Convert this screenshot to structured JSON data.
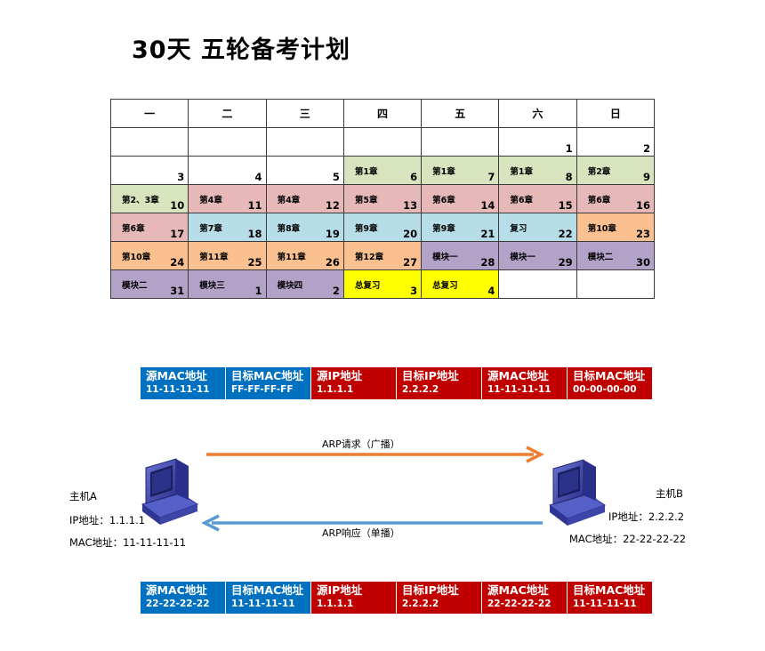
{
  "title": "30天 五轮备考计划",
  "calendar": {
    "weekdays": [
      "一",
      "二",
      "三",
      "四",
      "五",
      "六",
      "日"
    ],
    "weeks": [
      [
        {
          "day": "",
          "label": "",
          "color": "#ffffff"
        },
        {
          "day": "",
          "label": "",
          "color": "#ffffff"
        },
        {
          "day": "",
          "label": "",
          "color": "#ffffff"
        },
        {
          "day": "",
          "label": "",
          "color": "#ffffff"
        },
        {
          "day": "",
          "label": "",
          "color": "#ffffff"
        },
        {
          "day": "1",
          "label": "",
          "color": "#ffffff"
        },
        {
          "day": "2",
          "label": "",
          "color": "#ffffff"
        }
      ],
      [
        {
          "day": "3",
          "label": "",
          "color": "#ffffff"
        },
        {
          "day": "4",
          "label": "",
          "color": "#ffffff"
        },
        {
          "day": "5",
          "label": "",
          "color": "#ffffff"
        },
        {
          "day": "6",
          "label": "第1章",
          "color": "#d7e4bd"
        },
        {
          "day": "7",
          "label": "第1章",
          "color": "#d7e4bd"
        },
        {
          "day": "8",
          "label": "第1章",
          "color": "#d7e4bd"
        },
        {
          "day": "9",
          "label": "第2章",
          "color": "#d7e4bd"
        }
      ],
      [
        {
          "day": "10",
          "label": "第2、3章",
          "color": "#d7e4bd"
        },
        {
          "day": "11",
          "label": "第4章",
          "color": "#e6b9b8"
        },
        {
          "day": "12",
          "label": "第4章",
          "color": "#e6b9b8"
        },
        {
          "day": "13",
          "label": "第5章",
          "color": "#e6b9b8"
        },
        {
          "day": "14",
          "label": "第6章",
          "color": "#e6b9b8"
        },
        {
          "day": "15",
          "label": "第6章",
          "color": "#e6b9b8"
        },
        {
          "day": "16",
          "label": "第6章",
          "color": "#e6b9b8"
        }
      ],
      [
        {
          "day": "17",
          "label": "第6章",
          "color": "#e6b9b8"
        },
        {
          "day": "18",
          "label": "第7章",
          "color": "#b7dde8"
        },
        {
          "day": "19",
          "label": "第8章",
          "color": "#b7dde8"
        },
        {
          "day": "20",
          "label": "第9章",
          "color": "#b7dde8"
        },
        {
          "day": "21",
          "label": "第9章",
          "color": "#b7dde8"
        },
        {
          "day": "22",
          "label": "复习",
          "color": "#b7dde8"
        },
        {
          "day": "23",
          "label": "第10章",
          "color": "#fac090"
        }
      ],
      [
        {
          "day": "24",
          "label": "第10章",
          "color": "#fac090"
        },
        {
          "day": "25",
          "label": "第11章",
          "color": "#fac090"
        },
        {
          "day": "26",
          "label": "第11章",
          "color": "#fac090"
        },
        {
          "day": "27",
          "label": "第12章",
          "color": "#fac090"
        },
        {
          "day": "28",
          "label": "模块一",
          "color": "#b3a2c7"
        },
        {
          "day": "29",
          "label": "模块一",
          "color": "#b3a2c7"
        },
        {
          "day": "30",
          "label": "模块二",
          "color": "#b3a2c7"
        }
      ],
      [
        {
          "day": "31",
          "label": "模块二",
          "color": "#b3a2c7"
        },
        {
          "day": "1",
          "label": "模块三",
          "color": "#b3a2c7"
        },
        {
          "day": "2",
          "label": "模块四",
          "color": "#b3a2c7"
        },
        {
          "day": "3",
          "label": "总复习",
          "color": "#ffff00"
        },
        {
          "day": "4",
          "label": "总复习",
          "color": "#ffff00"
        },
        {
          "day": "",
          "label": "",
          "color": "#ffffff"
        },
        {
          "day": "",
          "label": "",
          "color": "#ffffff"
        }
      ]
    ]
  },
  "colors": {
    "field_blue": "#0070c0",
    "field_red": "#c00000",
    "arrow_request": "#ed7d31",
    "arrow_reply": "#5b9bd5"
  },
  "packet_request": [
    {
      "name": "源MAC地址",
      "value": "11-11-11-11",
      "color": "#0070c0"
    },
    {
      "name": "目标MAC地址",
      "value": "FF-FF-FF-FF",
      "color": "#0070c0"
    },
    {
      "name": "源IP地址",
      "value": "1.1.1.1",
      "color": "#c00000"
    },
    {
      "name": "目标IP地址",
      "value": "2.2.2.2",
      "color": "#c00000"
    },
    {
      "name": "源MAC地址",
      "value": "11-11-11-11",
      "color": "#c00000"
    },
    {
      "name": "目标MAC地址",
      "value": "00-00-00-00",
      "color": "#c00000"
    }
  ],
  "packet_reply": [
    {
      "name": "源MAC地址",
      "value": "22-22-22-22",
      "color": "#0070c0"
    },
    {
      "name": "目标MAC地址",
      "value": "11-11-11-11",
      "color": "#0070c0"
    },
    {
      "name": "源IP地址",
      "value": "1.1.1.1",
      "color": "#c00000"
    },
    {
      "name": "目标IP地址",
      "value": "2.2.2.2",
      "color": "#c00000"
    },
    {
      "name": "源MAC地址",
      "value": "22-22-22-22",
      "color": "#c00000"
    },
    {
      "name": "目标MAC地址",
      "value": "11-11-11-11",
      "color": "#c00000"
    }
  ],
  "host_a": {
    "name": "主机A",
    "ip": "IP地址：1.1.1.1",
    "mac": "MAC地址：11-11-11-11",
    "icon": "computer-icon"
  },
  "host_b": {
    "name": "主机B",
    "ip": "IP地址：2.2.2.2",
    "mac": "MAC地址：22-22-22-22",
    "icon": "computer-icon"
  },
  "arrows": {
    "request": "ARP请求（广播）",
    "reply": "ARP响应（单播）"
  }
}
